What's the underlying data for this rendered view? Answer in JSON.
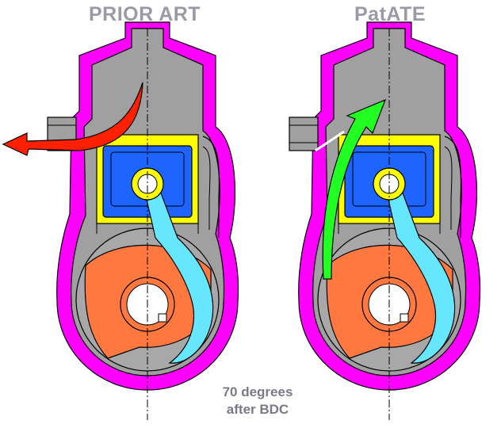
{
  "titles": {
    "left": "PRIOR ART",
    "right": "PatATE"
  },
  "caption": {
    "line1": "70 degrees",
    "line2": "after BDC"
  },
  "colors": {
    "casing": "#ff00ff",
    "metal": "#a0a0a0",
    "piston_ring": "#ffff00",
    "piston": "#1e64ff",
    "connecting_rod": "#66e6ff",
    "crank_web": "#ff7840",
    "exhaust_arrow": "#ff2000",
    "intake_arrow": "#00ff20"
  }
}
